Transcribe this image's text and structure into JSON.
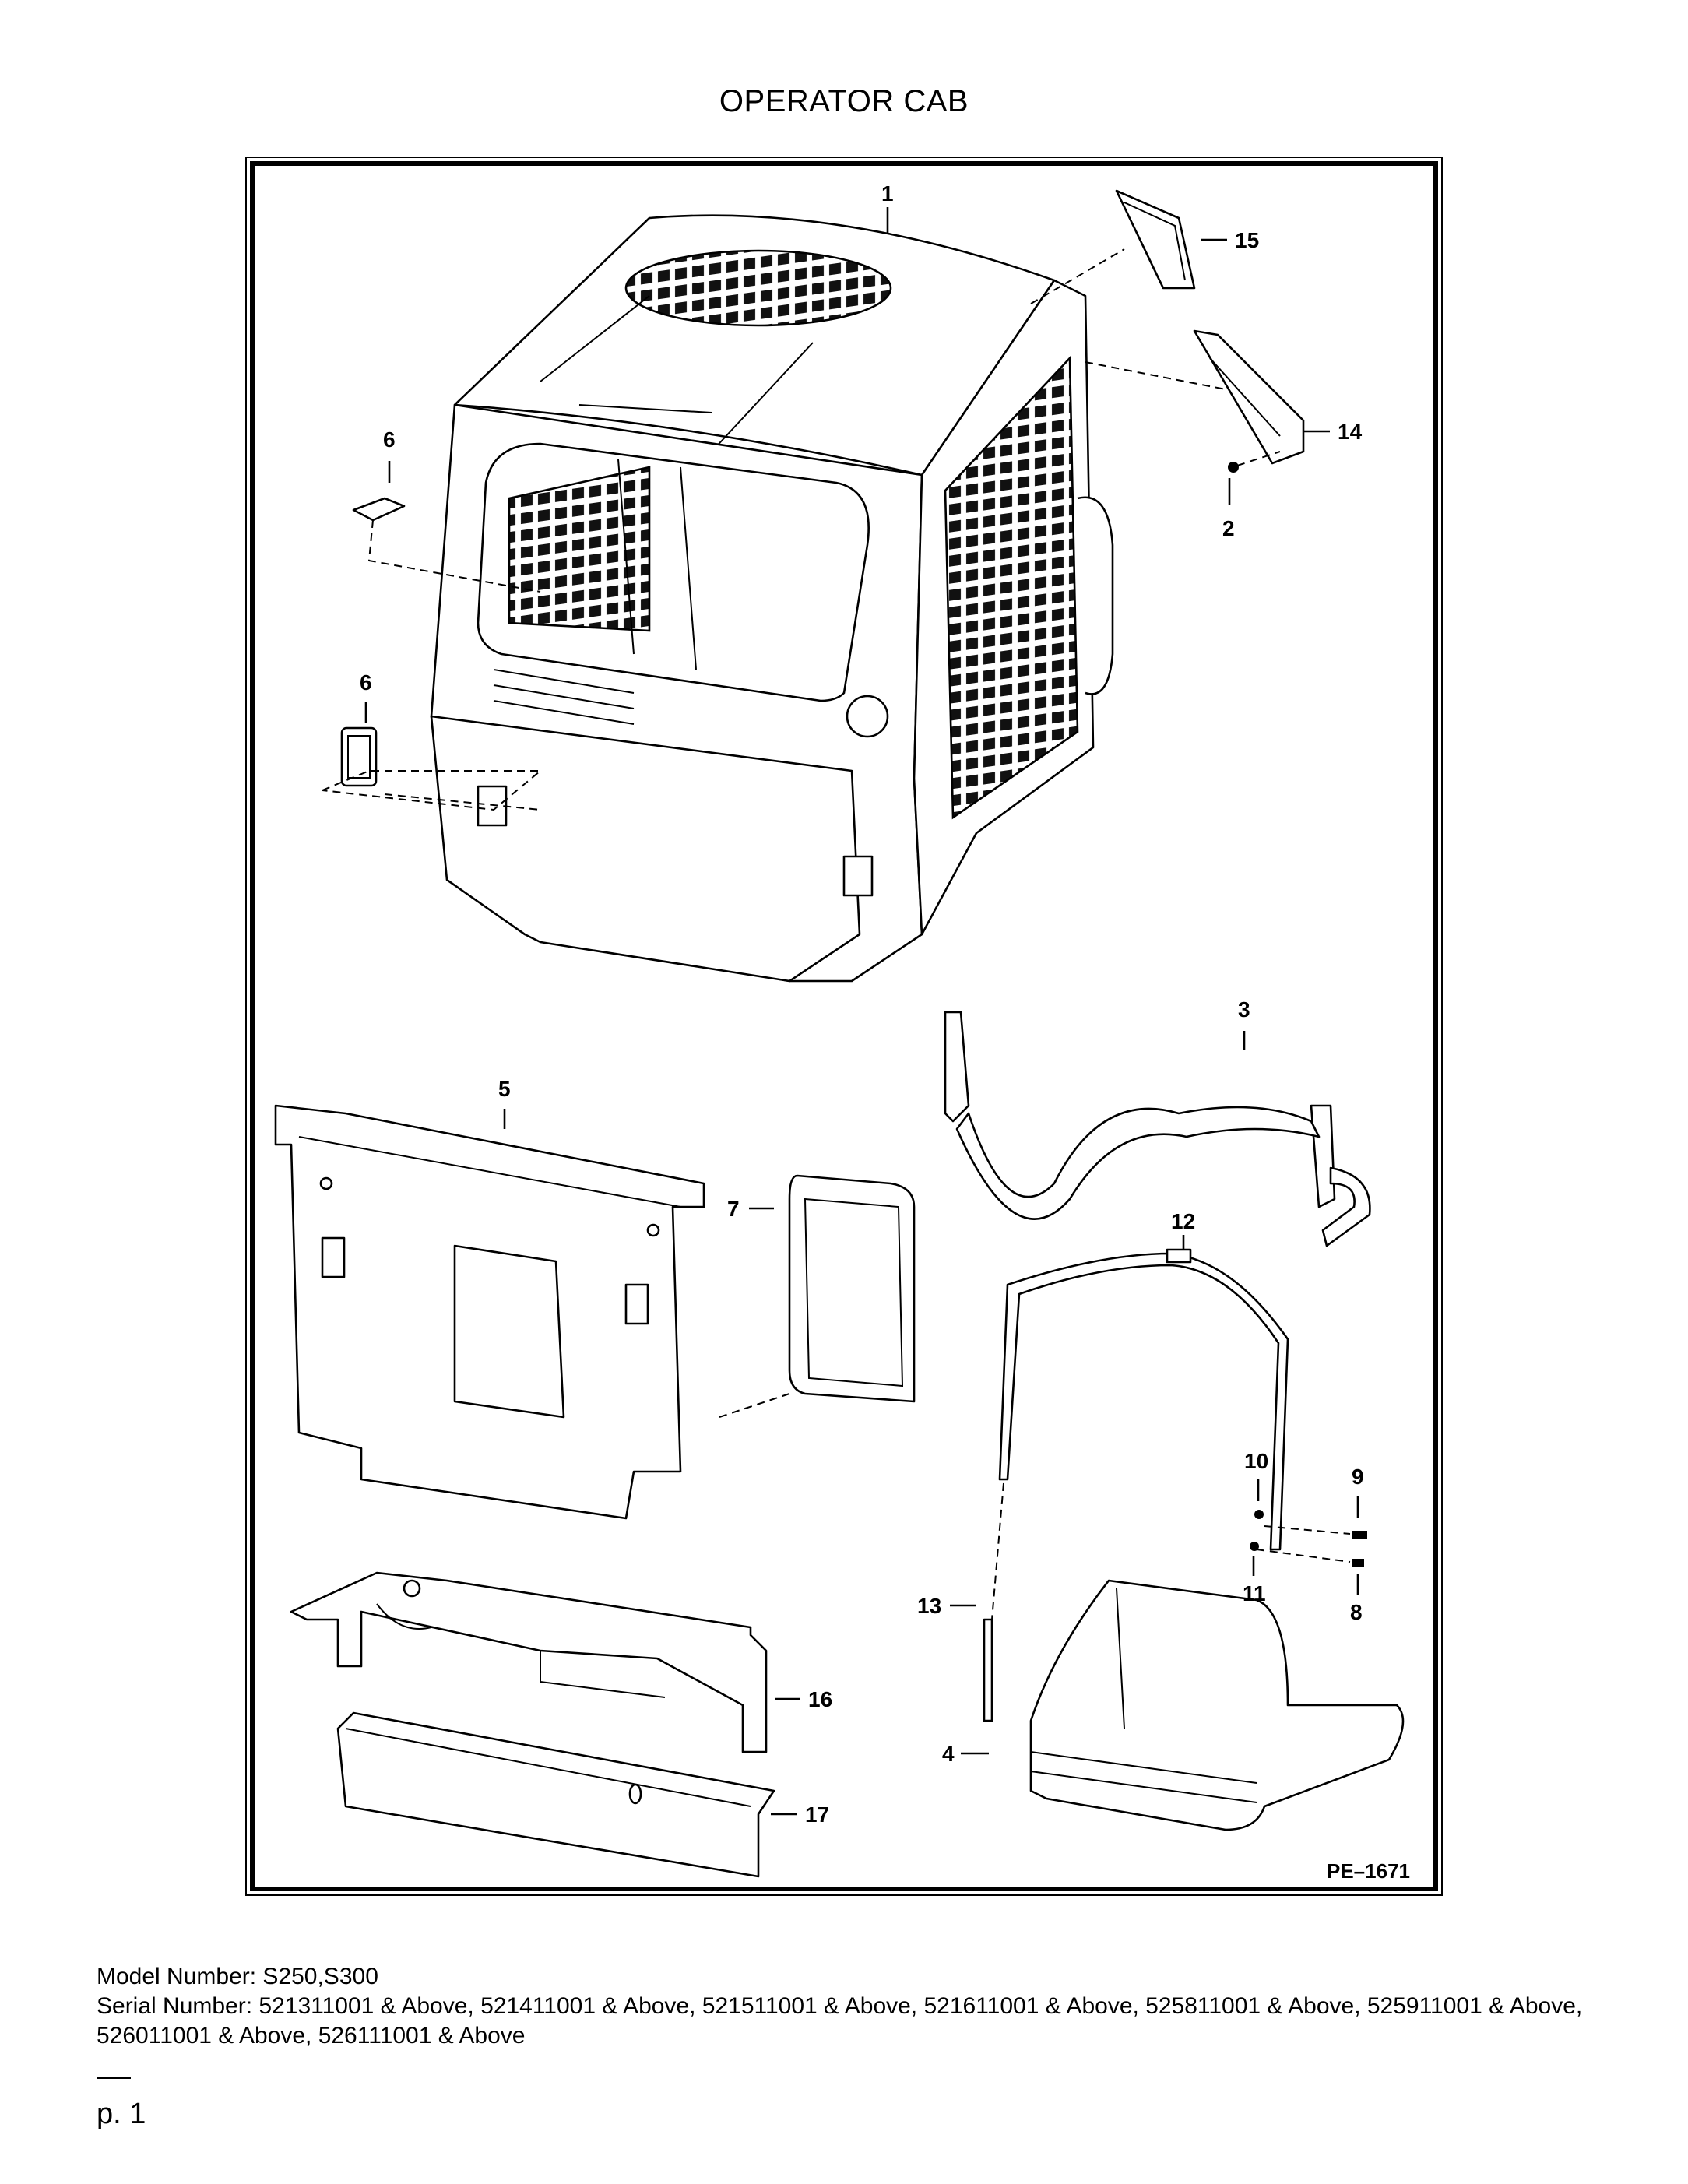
{
  "title": "OPERATOR CAB",
  "diagram": {
    "drawing_id": "PE–1671",
    "callouts": [
      "1",
      "2",
      "3",
      "4",
      "5",
      "6",
      "6",
      "7",
      "8",
      "9",
      "10",
      "11",
      "12",
      "13",
      "14",
      "15",
      "16",
      "17"
    ]
  },
  "footer": {
    "model_line": "Model Number: S250,S300",
    "serial_line": "Serial Number: 521311001 & Above, 521411001 & Above, 521511001 & Above, 521611001 & Above, 525811001 & Above, 525911001 & Above, 526011001 & Above, 526111001 & Above",
    "page": "p. 1"
  }
}
